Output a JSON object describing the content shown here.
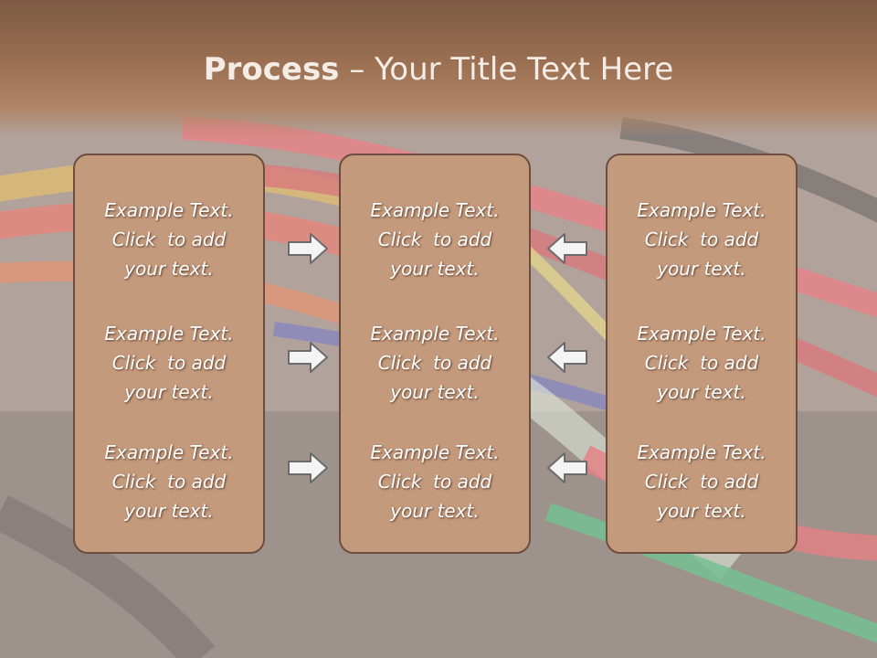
{
  "title": {
    "bold": "Process",
    "rest": " – Your Title Text Here"
  },
  "columns": [
    {
      "blocks": [
        {
          "line1": "Example Text.",
          "line2": "Click  to add",
          "line3": "your text."
        },
        {
          "line1": "Example Text.",
          "line2": "Click  to add",
          "line3": "your text."
        },
        {
          "line1": "Example Text.",
          "line2": "Click  to add",
          "line3": "your text."
        }
      ]
    },
    {
      "blocks": [
        {
          "line1": "Example Text.",
          "line2": "Click  to add",
          "line3": "your text."
        },
        {
          "line1": "Example Text.",
          "line2": "Click  to add",
          "line3": "your text."
        },
        {
          "line1": "Example Text.",
          "line2": "Click  to add",
          "line3": "your text."
        }
      ]
    },
    {
      "blocks": [
        {
          "line1": "Example Text.",
          "line2": "Click  to add",
          "line3": "your text."
        },
        {
          "line1": "Example Text.",
          "line2": "Click  to add",
          "line3": "your text."
        },
        {
          "line1": "Example Text.",
          "line2": "Click  to add",
          "line3": "your text."
        }
      ]
    }
  ],
  "arrows": {
    "left_group": "right-arrow-icon",
    "right_group": "left-arrow-icon"
  },
  "colors": {
    "header": "#9a6f52",
    "box_fill": "#c49a7d",
    "box_border": "#6d4e3e",
    "text": "#ffffff"
  }
}
